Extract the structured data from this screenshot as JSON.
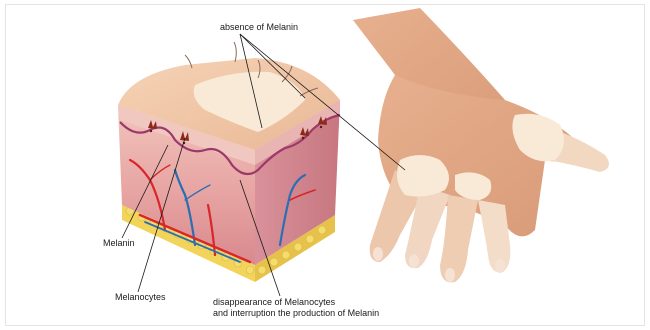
{
  "labels": {
    "absence": "absence of Melanin",
    "melanin": "Melanin",
    "melanocytes": "Melanocytes",
    "disappearance_line1": "disappearance of Melanocytes",
    "disappearance_line2": "and interruption the production of Melanin"
  },
  "colors": {
    "skin": "#f3c8a8",
    "skin_shadow": "#e2a98a",
    "depigmented": "#f9ead8",
    "dermis": "#e9a9aa",
    "dermis_dark": "#c97d82",
    "fat": "#f2d45a",
    "artery": "#d8262a",
    "vein": "#2a6fb3",
    "melanin": "#8b2a1c"
  }
}
